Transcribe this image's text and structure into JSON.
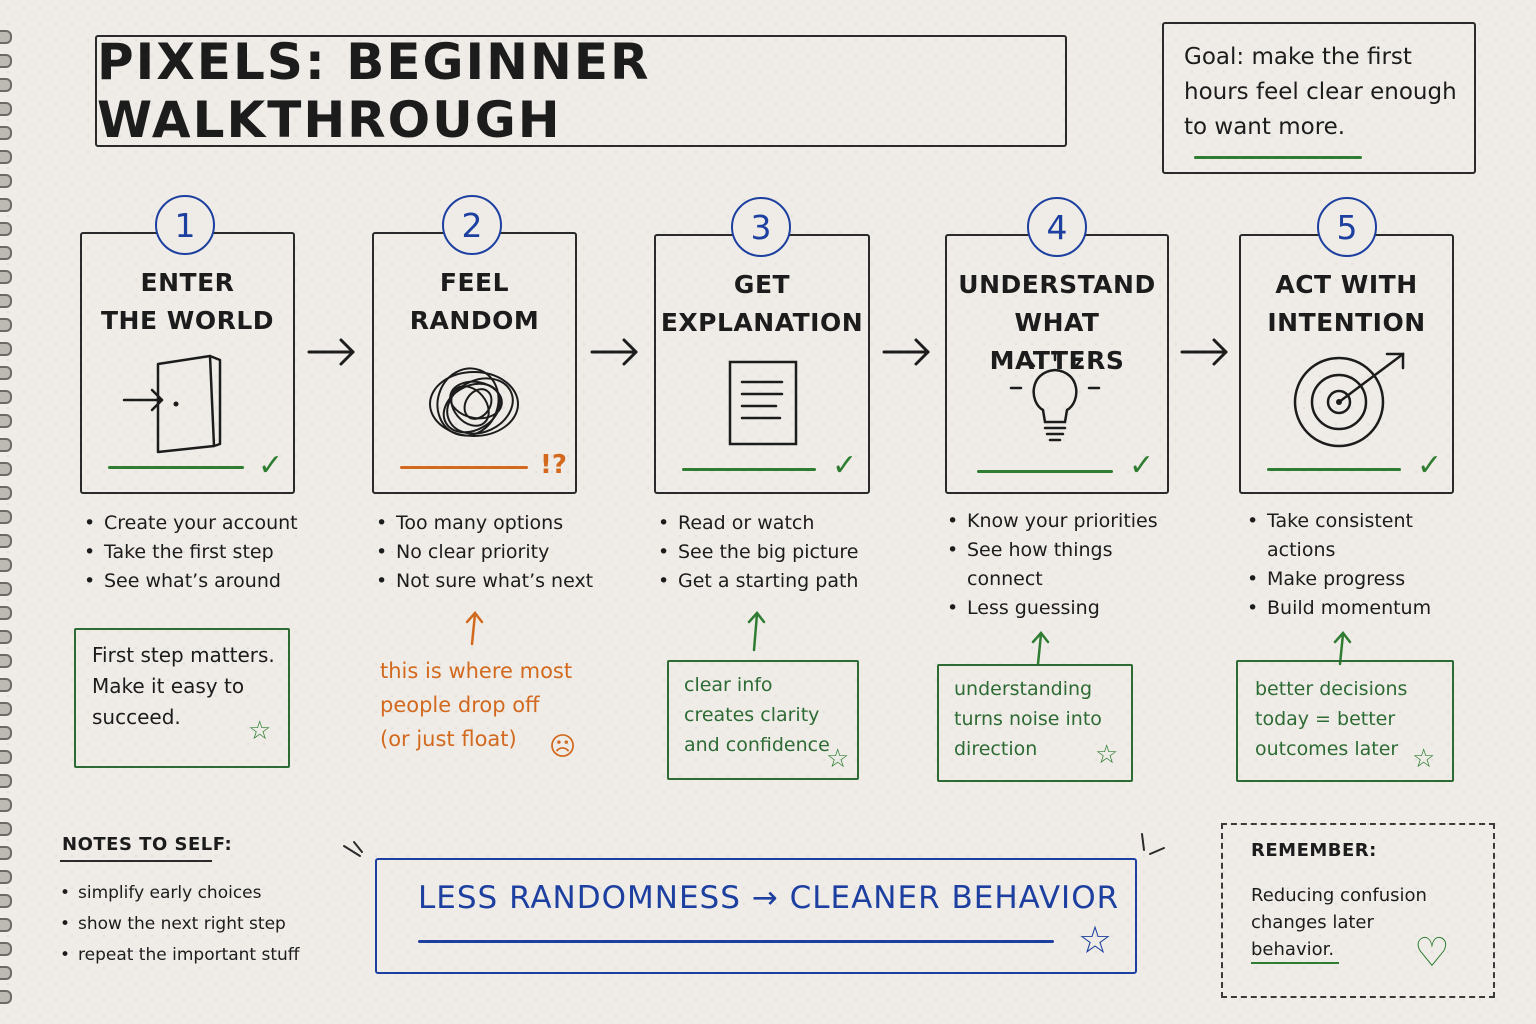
{
  "title": "PIXELS: BEGINNER WALKTHROUGH",
  "goal": "Goal: make the first hours feel clear enough to want more.",
  "steps": [
    {
      "number": "1",
      "title_lines": [
        "ENTER",
        "THE WORLD"
      ],
      "icon": "door-icon",
      "status": "✓",
      "bullets": [
        "Create your account",
        "Take the first step",
        "See what’s around"
      ],
      "note_lines": [
        "First step matters.",
        "Make it easy to",
        "succeed."
      ]
    },
    {
      "number": "2",
      "title_lines": [
        "FEEL",
        "RANDOM"
      ],
      "icon": "scribble-icon",
      "status": "!?",
      "bullets": [
        "Too many options",
        "No clear priority",
        "Not sure what’s next"
      ],
      "note_lines": [
        "this is where most",
        "people drop off",
        "(or just float)"
      ]
    },
    {
      "number": "3",
      "title_lines": [
        "GET",
        "EXPLANATION"
      ],
      "icon": "document-icon",
      "status": "✓",
      "bullets": [
        "Read or watch",
        "See the big picture",
        "Get a starting path"
      ],
      "note_lines": [
        "clear info",
        "creates clarity",
        "and confidence"
      ]
    },
    {
      "number": "4",
      "title_lines": [
        "UNDERSTAND",
        "WHAT MATTERS"
      ],
      "icon": "lightbulb-icon",
      "status": "✓",
      "bullets": [
        "Know your priorities",
        "See how things connect",
        "Less guessing"
      ],
      "note_lines": [
        "understanding",
        "turns noise into",
        "direction"
      ]
    },
    {
      "number": "5",
      "title_lines": [
        "ACT WITH",
        "INTENTION"
      ],
      "icon": "target-icon",
      "status": "✓",
      "bullets": [
        "Take consistent actions",
        "Make progress",
        "Build momentum"
      ],
      "note_lines": [
        "better decisions",
        "today = better",
        "outcomes later"
      ]
    }
  ],
  "notes_to_self": {
    "title": "NOTES TO SELF:",
    "items": [
      "simplify early choices",
      "show the next right step",
      "repeat the important stuff"
    ]
  },
  "banner": "LESS  RANDOMNESS  →  CLEANER  BEHAVIOR",
  "remember": {
    "title": "REMEMBER:",
    "text": "Reducing confusion changes later behavior."
  },
  "colors": {
    "ink": "#1c1c1c",
    "green": "#2e7d32",
    "blue": "#1c3fa0",
    "orange": "#d2691e"
  }
}
